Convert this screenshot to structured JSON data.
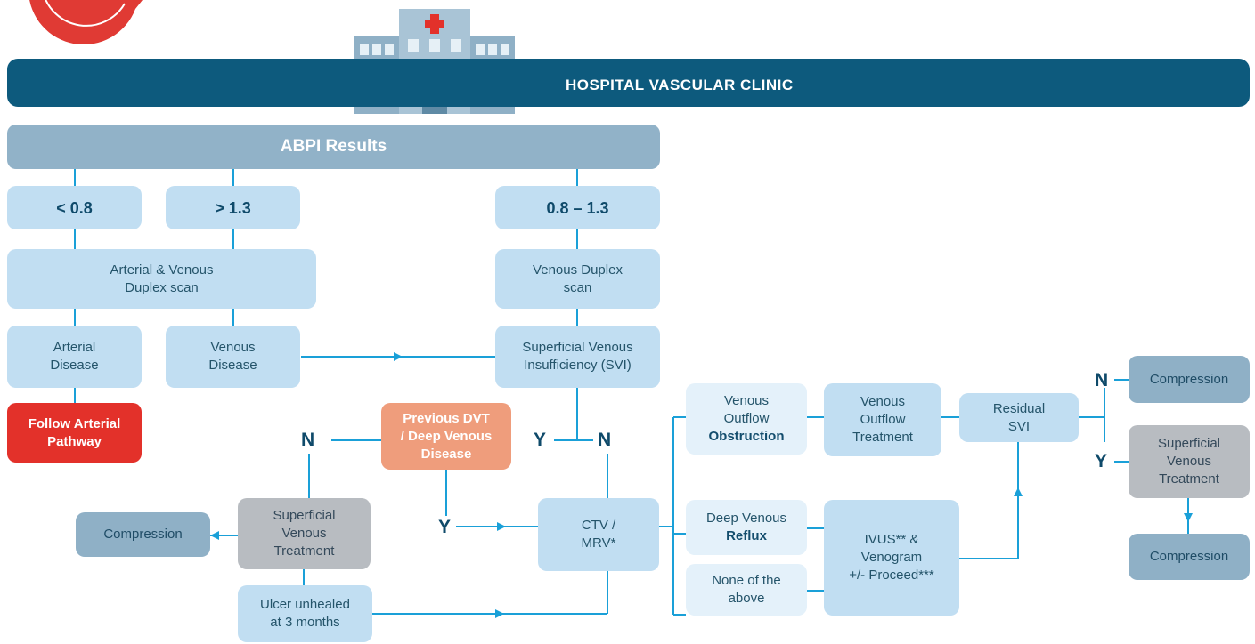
{
  "header": {
    "title": "HOSPITAL VASCULAR CLINIC"
  },
  "abpi": {
    "title": "ABPI Results",
    "low": "< 0.8",
    "high": "> 1.3",
    "normal": "0.8 – 1.3"
  },
  "scans": {
    "arterial_venous": [
      "Arterial & Venous",
      "Duplex scan"
    ],
    "venous": [
      "Venous Duplex",
      "scan"
    ]
  },
  "results": {
    "arterial_disease": [
      "Arterial",
      "Disease"
    ],
    "venous_disease": [
      "Venous",
      "Disease"
    ],
    "svi": [
      "Superficial Venous",
      "Insufficiency (SVI)"
    ]
  },
  "follow_arterial": [
    "Follow Arterial",
    "Pathway"
  ],
  "previous_dvt": [
    "Previous DVT",
    "/ Deep Venous",
    "Disease"
  ],
  "labels": {
    "yes": "Y",
    "no": "N"
  },
  "left_branch": {
    "svt": [
      "Superficial",
      "Venous",
      "Treatment"
    ],
    "compression": "Compression",
    "ulcer": [
      "Ulcer unhealed",
      "at 3 months"
    ]
  },
  "imaging": [
    "CTV /",
    "MRV*"
  ],
  "findings": {
    "obstruction": {
      "line1": "Venous",
      "line2": "Outflow",
      "bold": "Obstruction"
    },
    "reflux": {
      "line1": "Deep Venous",
      "bold": "Reflux"
    },
    "none": [
      "None of the",
      "above"
    ]
  },
  "treatments": {
    "outflow": [
      "Venous",
      "Outflow",
      "Treatment"
    ],
    "ivus": [
      "IVUS** &",
      "Venogram",
      "+/- Proceed***"
    ]
  },
  "residual_svi": [
    "Residual",
    "SVI"
  ],
  "right_branch": {
    "compression_top": "Compression",
    "svt": [
      "Superficial",
      "Venous",
      "Treatment"
    ],
    "compression_bottom": "Compression"
  },
  "colors": {
    "banner": "#0d5a7d",
    "connector": "#1aa0d8",
    "box_light": "#c1def2",
    "box_pale": "#e4f1fa",
    "box_gray": "#b8bcc1",
    "box_steel": "#8fb0c6",
    "alert_red": "#e3312a",
    "warning_salmon": "#ef9d7c"
  },
  "icons": {
    "hospital": "hospital-building-icon",
    "badge": "red-badge-icon"
  }
}
